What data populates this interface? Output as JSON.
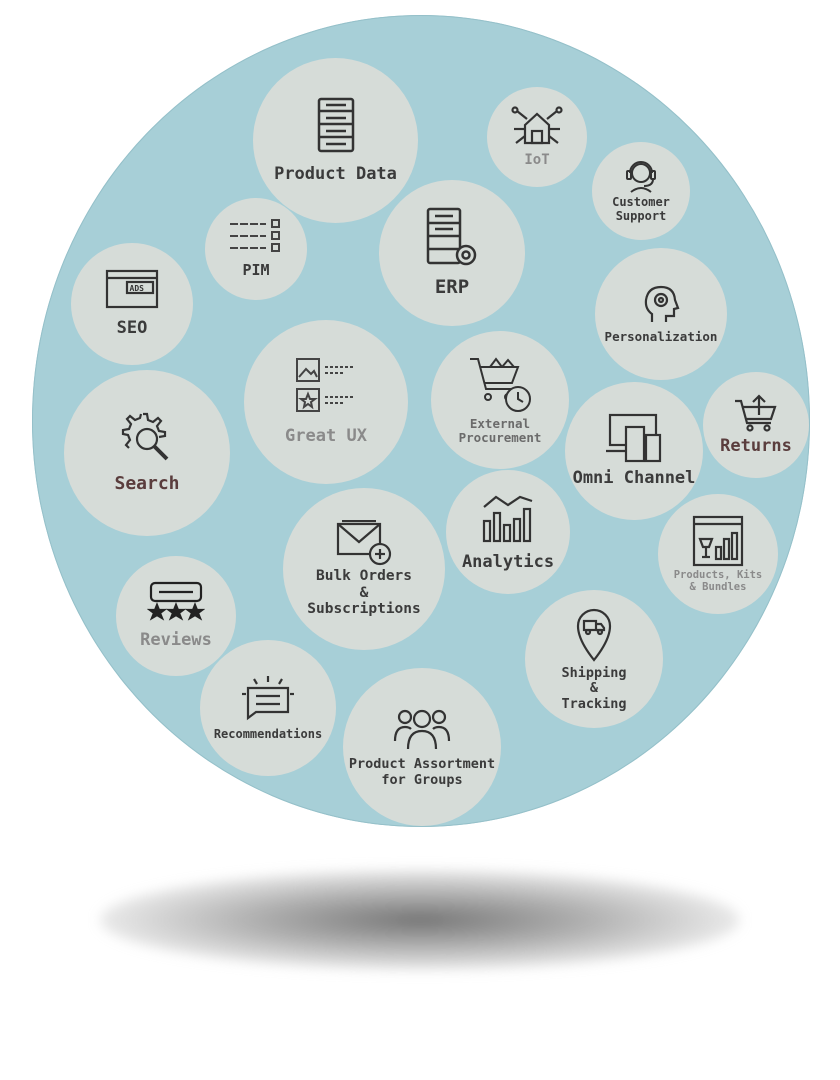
{
  "bubbles": {
    "product_data": "Product Data",
    "iot": "IoT",
    "customer_support": "Customer\nSupport",
    "pim": "PIM",
    "erp": "ERP",
    "seo": "SEO",
    "personalization": "Personalization",
    "great_ux": "Great UX",
    "external_procurement": "External\nProcurement",
    "returns": "Returns",
    "search": "Search",
    "omni_channel": "Omni Channel",
    "bulk_orders": "Bulk Orders\n&\nSubscriptions",
    "analytics": "Analytics",
    "products_kits": "Products, Kits\n& Bundles",
    "reviews": "Reviews",
    "shipping": "Shipping\n&\nTracking",
    "recommendations": "Recommendations",
    "product_assortment": "Product Assortment\nfor Groups"
  },
  "icons": {
    "product_data": "server-icon",
    "iot": "smart-home-icon",
    "customer_support": "headset-user-icon",
    "pim": "list-checkbox-icon",
    "erp": "server-gear-icon",
    "seo": "ads-browser-icon",
    "personalization": "head-gear-icon",
    "great_ux": "image-list-icon",
    "external_procurement": "cart-clock-icon",
    "returns": "cart-return-icon",
    "search": "gear-search-icon",
    "omni_channel": "devices-icon",
    "bulk_orders": "envelope-plus-icon",
    "analytics": "bar-chart-icon",
    "products_kits": "product-window-icon",
    "reviews": "star-rating-icon",
    "shipping": "map-pin-truck-icon",
    "recommendations": "message-box-icon",
    "product_assortment": "group-users-icon"
  },
  "colors": {
    "outer_circle": "#a7cfd7",
    "bubble": "#d6dcd8",
    "label_dark": "#3b3b3b",
    "label_faded": "#8a8a8a"
  }
}
